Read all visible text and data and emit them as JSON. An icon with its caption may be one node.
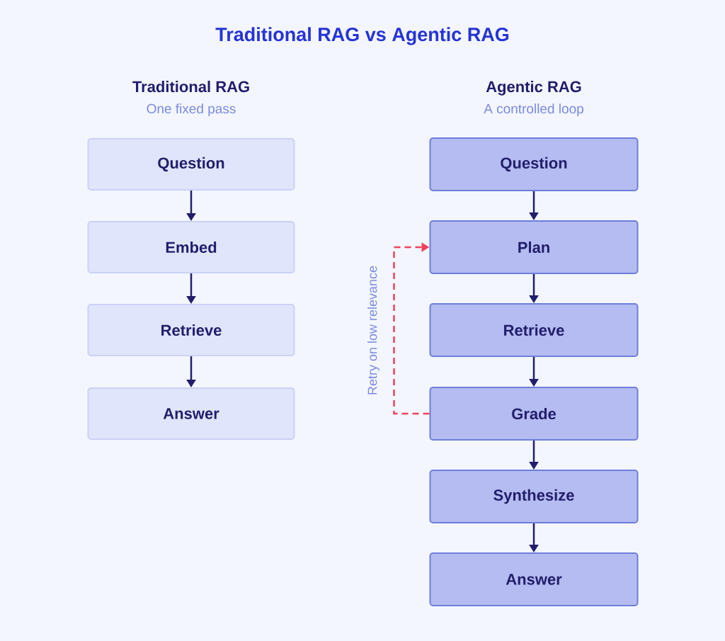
{
  "diagram": {
    "title": "Traditional RAG vs Agentic RAG",
    "nodes": [
      {
        "text": [
          "Question"
        ]
      },
      {
        "text": [
          "Embed"
        ]
      },
      {
        "text": [
          "Retrieve"
        ]
      },
      {
        "text": [
          "Answer"
        ]
      },
      {
        "text": [
          "Question"
        ]
      },
      {
        "text": [
          "Plan"
        ]
      },
      {
        "text": [
          "Retrieve"
        ]
      },
      {
        "text": [
          "Grade"
        ]
      },
      {
        "text": [
          "Synthesize"
        ]
      },
      {
        "text": [
          "Answer"
        ]
      }
    ],
    "edges": [
      {
        "from": 0,
        "to": 1,
        "arrow": "to"
      },
      {
        "from": 1,
        "to": 2,
        "arrow": "to"
      },
      {
        "from": 2,
        "to": 3,
        "arrow": "to"
      },
      {
        "from": 4,
        "to": 5,
        "arrow": "to"
      },
      {
        "from": 5,
        "to": 6,
        "arrow": "to"
      },
      {
        "from": 6,
        "to": 7,
        "arrow": "to"
      },
      {
        "from": 7,
        "to": 8,
        "arrow": "to"
      },
      {
        "from": 8,
        "to": 9,
        "arrow": "to"
      },
      {
        "from": 7,
        "to": 5,
        "arrow": "to",
        "label": "Retry on low relevance",
        "style": "dashed",
        "color": "#f0435a"
      }
    ],
    "labels": [
      "Traditional RAG",
      "One fixed pass",
      "Agentic RAG",
      "A controlled loop"
    ]
  }
}
